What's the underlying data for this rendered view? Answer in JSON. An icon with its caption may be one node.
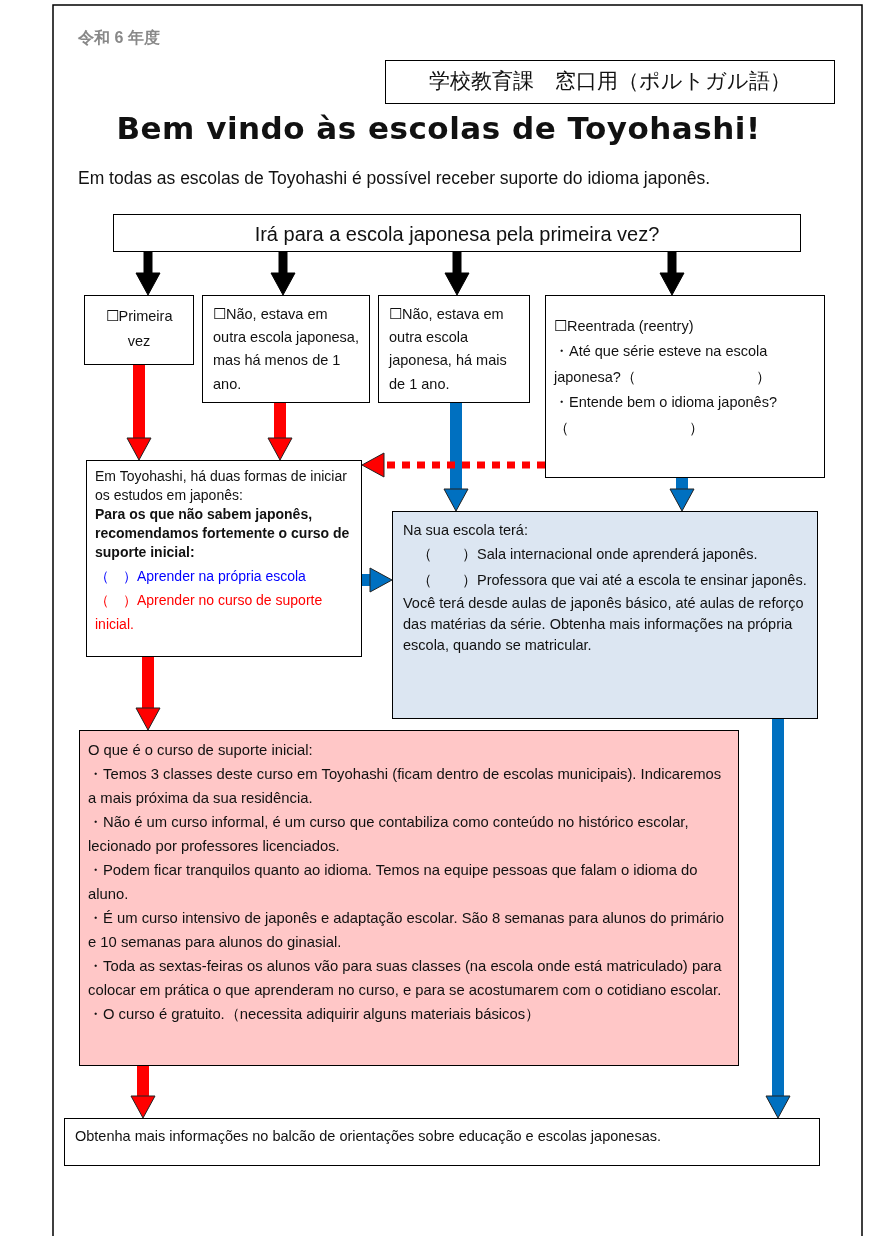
{
  "diagram": {
    "title": "Bem vindo às escolas de Toyohashi!",
    "nodes": [
      {
        "text": [
          "学校教育課　窓口用（ポルトガル語）"
        ]
      },
      {
        "text": [
          "Irá para a escola japonesa pela primeira vez?"
        ]
      },
      {
        "text": [
          "☐Primeira vez"
        ]
      },
      {
        "text": [
          "☐Não, estava em outra escola japonesa, mas há menos de 1 ano."
        ]
      },
      {
        "text": [
          "☐Não, estava em outra escola japonesa, há mais de 1 ano."
        ]
      },
      {
        "text": [
          "☐Reentrada (reentry)",
          "・Até que série esteve na escola japonesa?（　　　　　　　　）",
          "・Entende bem o idioma japonês?（　　　　　　　　）"
        ]
      },
      {
        "text": [
          "Em Toyohashi, há duas formas de iniciar os estudos em japonês:",
          "Para os que não sabem japonês, recomendamos fortemente o curso de suporte inicial:",
          "（　）Aprender na própria escola",
          "（　）Aprender no curso de suporte inicial."
        ]
      },
      {
        "text": [
          "Na sua escola terá:",
          "（　　）Sala internacional onde aprenderá japonês.",
          "（　　）Professora que vai até a escola te ensinar japonês.",
          "Você terá desde aulas de japonês básico, até aulas de reforço das matérias da série. Obtenha mais informações na própria escola, quando se matricular."
        ]
      },
      {
        "text": [
          "O que é o curso de suporte inicial:",
          "・Temos 3 classes deste curso em Toyohashi (ficam dentro de escolas municipais). Indicaremos a mais próxima da sua residência.",
          "・Não é um curso informal, é um curso que contabiliza como conteúdo no histórico escolar, lecionado por professores licenciados.",
          "・Podem ficar tranquilos quanto ao idioma. Temos na equipe pessoas que falam o idioma do aluno.",
          "・É um curso intensivo de japonês e adaptação escolar. São 8 semanas para alunos do primário e 10 semanas para alunos do ginasial.",
          "・Toda as sextas-feiras os alunos vão para suas classes (na escola onde está matriculado) para colocar em prática o que aprenderam no curso, e para se acostumarem com o cotidiano escolar.",
          "・O curso é gratuito.（necessita adiquirir alguns materiais básicos）"
        ]
      },
      {
        "text": [
          "Obtenha mais informações no balcão de orientações sobre educação e escolas japonesas."
        ]
      }
    ],
    "edges": [
      {
        "from": 1,
        "to": 2,
        "arrow": "to",
        "color": "#000000"
      },
      {
        "from": 1,
        "to": 3,
        "arrow": "to",
        "color": "#000000"
      },
      {
        "from": 1,
        "to": 4,
        "arrow": "to",
        "color": "#000000"
      },
      {
        "from": 1,
        "to": 5,
        "arrow": "to",
        "color": "#000000"
      },
      {
        "from": 2,
        "to": 6,
        "arrow": "to",
        "color": "#ff0000"
      },
      {
        "from": 3,
        "to": 6,
        "arrow": "to",
        "color": "#ff0000"
      },
      {
        "from": 4,
        "to": 7,
        "arrow": "to",
        "color": "#0070c0"
      },
      {
        "from": 5,
        "to": 6,
        "arrow": "to",
        "style": "dashed",
        "color": "#ff0000"
      },
      {
        "from": 5,
        "to": 7,
        "arrow": "to",
        "color": "#0070c0"
      },
      {
        "from": 6,
        "to": 7,
        "arrow": "to",
        "color": "#0070c0"
      },
      {
        "from": 6,
        "to": 8,
        "arrow": "to",
        "color": "#ff0000"
      },
      {
        "from": 8,
        "to": 9,
        "arrow": "to",
        "color": "#ff0000"
      },
      {
        "from": 7,
        "to": 9,
        "arrow": "to",
        "color": "#0070c0"
      }
    ],
    "labels": [
      "令和 6 年度",
      "Em todas as escolas de Toyohashi é possível receber suporte do idioma japonês."
    ]
  }
}
